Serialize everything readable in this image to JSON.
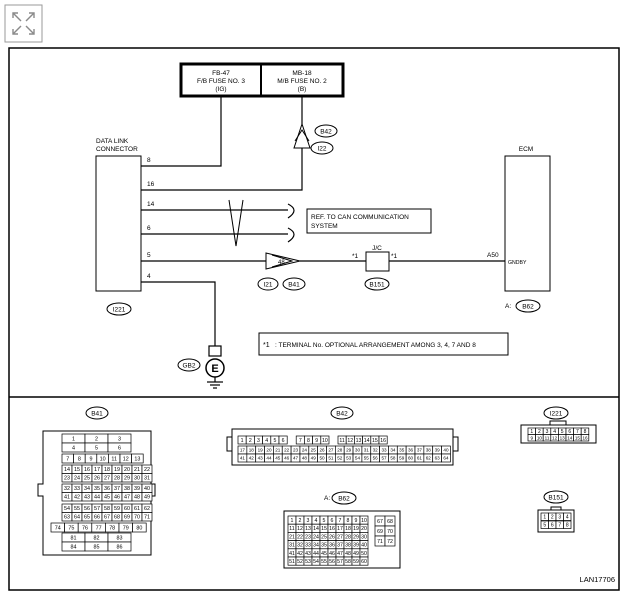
{
  "expand_icon": "expand-arrows-icon",
  "fuses": {
    "fb47": {
      "line1": "FB-47",
      "line2": "F/B FUSE NO. 3",
      "line3": "(IG)"
    },
    "mb18": {
      "line1": "MB-18",
      "line2": "M/B FUSE NO. 2",
      "line3": "(B)"
    }
  },
  "dlc": {
    "label1": "DATA LINK",
    "label2": "CONNECTOR",
    "pins": [
      "8",
      "16",
      "14",
      "6",
      "5",
      "4"
    ],
    "connector_id": "I221"
  },
  "b42_tag": "B42",
  "i22_tag": "I22",
  "can_ref": {
    "line1": "REF. TO CAN COMMUNICATION",
    "line2": "SYSTEM"
  },
  "i21_conn": {
    "pin": "48",
    "left_tag": "I21",
    "right_tag": "B41"
  },
  "jc": {
    "label": "J/C",
    "left_mark": "*1",
    "right_mark": "*1",
    "tag": "B151"
  },
  "ecm": {
    "label": "ECM",
    "pin": "A50",
    "signal": "GNDBY",
    "tag_prefix": "A:",
    "tag": "B62"
  },
  "ground": {
    "tag": "GB2",
    "symbol": "E"
  },
  "note": {
    "star": "*1",
    "text": ": TERMINAL No. OPTIONAL ARRANGEMENT AMONG 3, 4, 7 AND 8"
  },
  "connectors": {
    "b41": {
      "title": "B41",
      "rows": [
        [
          "1",
          "2",
          "3"
        ],
        [
          "4",
          "5",
          "6"
        ],
        [
          "7",
          "8",
          "9",
          "10",
          "11",
          "12",
          "13"
        ],
        [
          "14",
          "15",
          "16",
          "17",
          "18",
          "19",
          "20",
          "21",
          "22"
        ],
        [
          "23",
          "24",
          "25",
          "26",
          "27",
          "28",
          "29",
          "30",
          "31"
        ],
        [
          "32",
          "33",
          "34",
          "35",
          "36",
          "37",
          "38",
          "39",
          "40"
        ],
        [
          "41",
          "42",
          "43",
          "44",
          "45",
          "46",
          "47",
          "48",
          "49"
        ],
        [
          "54",
          "55",
          "56",
          "57",
          "58",
          "59",
          "60",
          "61",
          "62"
        ],
        [
          "63",
          "64",
          "65",
          "66",
          "67",
          "68",
          "69",
          "70",
          "71"
        ],
        [
          "74",
          "75",
          "76",
          "77",
          "78",
          "79",
          "80"
        ],
        [
          "81",
          "82",
          "83"
        ],
        [
          "84",
          "85",
          "86"
        ]
      ]
    },
    "b42": {
      "title": "B42",
      "row1": [
        "1",
        "2",
        "3",
        "4",
        "5",
        "6",
        "",
        "7",
        "8",
        "9",
        "10",
        "",
        "11",
        "12",
        "13",
        "14",
        "15",
        "16"
      ],
      "row2": [
        "17",
        "18",
        "19",
        "20",
        "21",
        "22",
        "23",
        "24",
        "25",
        "26",
        "27",
        "28",
        "29",
        "30",
        "31",
        "32",
        "33",
        "34",
        "35",
        "36",
        "37",
        "38",
        "39",
        "40"
      ],
      "row3": [
        "41",
        "42",
        "43",
        "44",
        "45",
        "46",
        "47",
        "48",
        "49",
        "50",
        "51",
        "52",
        "53",
        "54",
        "55",
        "56",
        "57",
        "58",
        "59",
        "60",
        "61",
        "62",
        "63",
        "64"
      ]
    },
    "i221": {
      "title": "I221",
      "row1": [
        "1",
        "2",
        "3",
        "4",
        "5",
        "6",
        "7",
        "8"
      ],
      "row2": [
        "9",
        "10",
        "11",
        "12",
        "13",
        "14",
        "15",
        "16"
      ]
    },
    "b62": {
      "prefix": "A:",
      "title": "B62",
      "main": [
        [
          "1",
          "2",
          "3",
          "4",
          "5",
          "6",
          "7",
          "8",
          "9",
          "10"
        ],
        [
          "11",
          "12",
          "13",
          "14",
          "15",
          "16",
          "17",
          "18",
          "19",
          "20"
        ],
        [
          "21",
          "22",
          "23",
          "24",
          "25",
          "26",
          "27",
          "28",
          "29",
          "30"
        ],
        [
          "31",
          "32",
          "33",
          "34",
          "35",
          "36",
          "37",
          "38",
          "39",
          "40"
        ],
        [
          "41",
          "42",
          "43",
          "44",
          "45",
          "46",
          "47",
          "48",
          "49",
          "50"
        ],
        [
          "51",
          "52",
          "53",
          "54",
          "55",
          "56",
          "57",
          "58",
          "59",
          "60"
        ]
      ],
      "side": [
        [
          "67",
          "68"
        ],
        [
          "69",
          "70"
        ],
        [
          "71",
          "72"
        ]
      ]
    },
    "b151": {
      "title": "B151",
      "row1": [
        "1",
        "2",
        "3",
        "4"
      ],
      "row2": [
        "5",
        "6",
        "7",
        "8"
      ]
    }
  },
  "figure_id": "LAN17706"
}
